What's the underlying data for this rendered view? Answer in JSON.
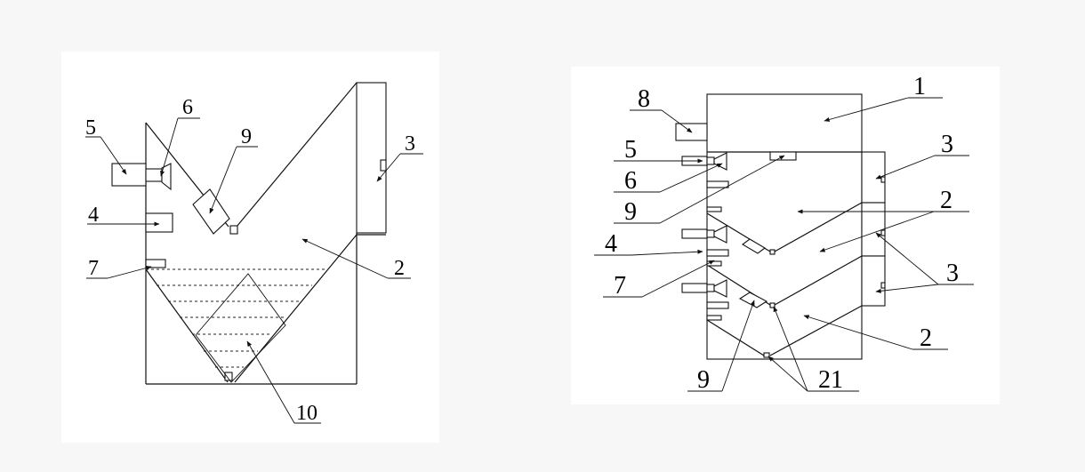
{
  "left_diagram": {
    "labels": {
      "l5": "5",
      "l6": "6",
      "l9": "9",
      "l3": "3",
      "l4": "4",
      "l7": "7",
      "l2": "2",
      "l10": "10"
    }
  },
  "right_diagram": {
    "labels": {
      "r8": "8",
      "r1": "1",
      "r5": "5",
      "r3a": "3",
      "r6": "6",
      "r2a": "2",
      "r9a": "9",
      "r4": "4",
      "r3b": "3",
      "r7": "7",
      "r2b": "2",
      "r9b": "9",
      "r21": "21"
    }
  }
}
